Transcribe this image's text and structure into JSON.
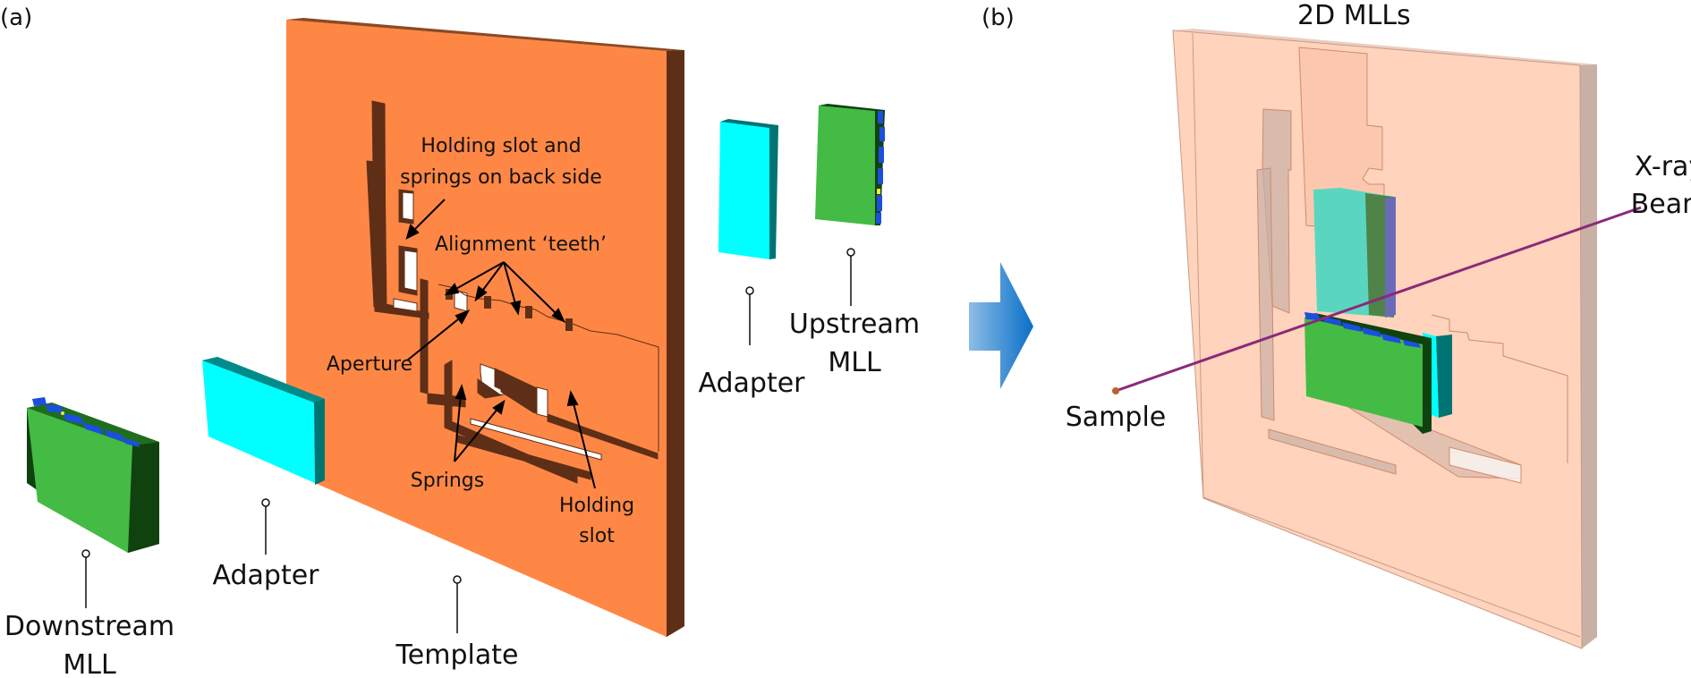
{
  "figure": {
    "panel_a": {
      "label": "(a)",
      "parts": {
        "downstream_mll": [
          "Downstream",
          "MLL"
        ],
        "adapter_left": "Adapter",
        "template": "Template",
        "adapter_right": "Adapter",
        "upstream_mll": [
          "Upstream",
          "MLL"
        ]
      },
      "annotations": {
        "holding_slot_back": [
          "Holding slot and",
          "springs on back side"
        ],
        "alignment_teeth": "Alignment ‘teeth’",
        "aperture": "Aperture",
        "springs": "Springs",
        "holding_slot": [
          "Holding",
          "slot"
        ]
      }
    },
    "panel_b": {
      "label": "(b)",
      "title": "2D MLLs",
      "annotations": {
        "xray_beam": [
          "X-ray",
          "Beam"
        ],
        "sample": "Sample"
      }
    },
    "colors": {
      "template_face": "#FF8745",
      "template_edge": "#5E2F16",
      "adapter_face": "#00FFFF",
      "adapter_edge": "#007373",
      "mll_face": "#44BB44",
      "mll_edge": "#0F420F",
      "mll_layers": "#1A4FE0",
      "arrow_blue": "#0A6FC8",
      "beam": "#8A2A7A",
      "ghost_template": "#FFD3BC",
      "ghost_edge": "#C8B0A6"
    }
  }
}
